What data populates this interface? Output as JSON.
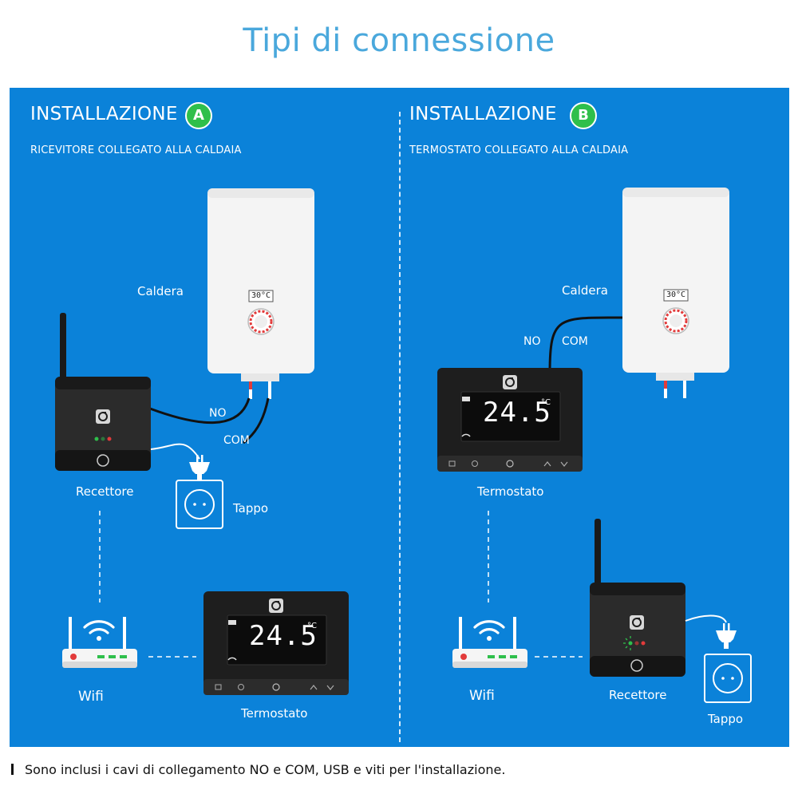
{
  "title": "Tipi di connessione",
  "section_a": {
    "heading": "INSTALLAZIONE",
    "badge": "A",
    "subtitle": "RICEVITORE COLLEGATO ALLA CALDAIA",
    "boiler_label": "Caldera",
    "boiler_display": "30°C",
    "wire_no": "NO",
    "wire_com": "COM",
    "receiver_label": "Recettore",
    "plug_label": "Tappo",
    "wifi_label": "Wifi",
    "thermostat_label": "Termostato",
    "thermostat_temp": "24.5",
    "thermostat_unit": "°C"
  },
  "section_b": {
    "heading": "INSTALLAZIONE",
    "badge": "B",
    "subtitle": "TERMOSTATO COLLEGATO ALLA CALDAIA",
    "boiler_label": "Caldera",
    "boiler_display": "30°C",
    "wire_no": "NO",
    "wire_com": "COM",
    "thermostat_label": "Termostato",
    "thermostat_temp": "24.5",
    "thermostat_unit": "°C",
    "wifi_label": "Wifi",
    "receiver_label": "Recettore",
    "plug_label": "Tappo"
  },
  "footnote": "Sono inclusi i cavi di collegamento NO e COM, USB e viti per l'installazione.",
  "colors": {
    "background_panel": "#0b82d9",
    "title": "#4aa8dc",
    "badge": "#2fbf4b",
    "device_dark": "#1e1e1e",
    "boiler": "#f4f4f4"
  }
}
